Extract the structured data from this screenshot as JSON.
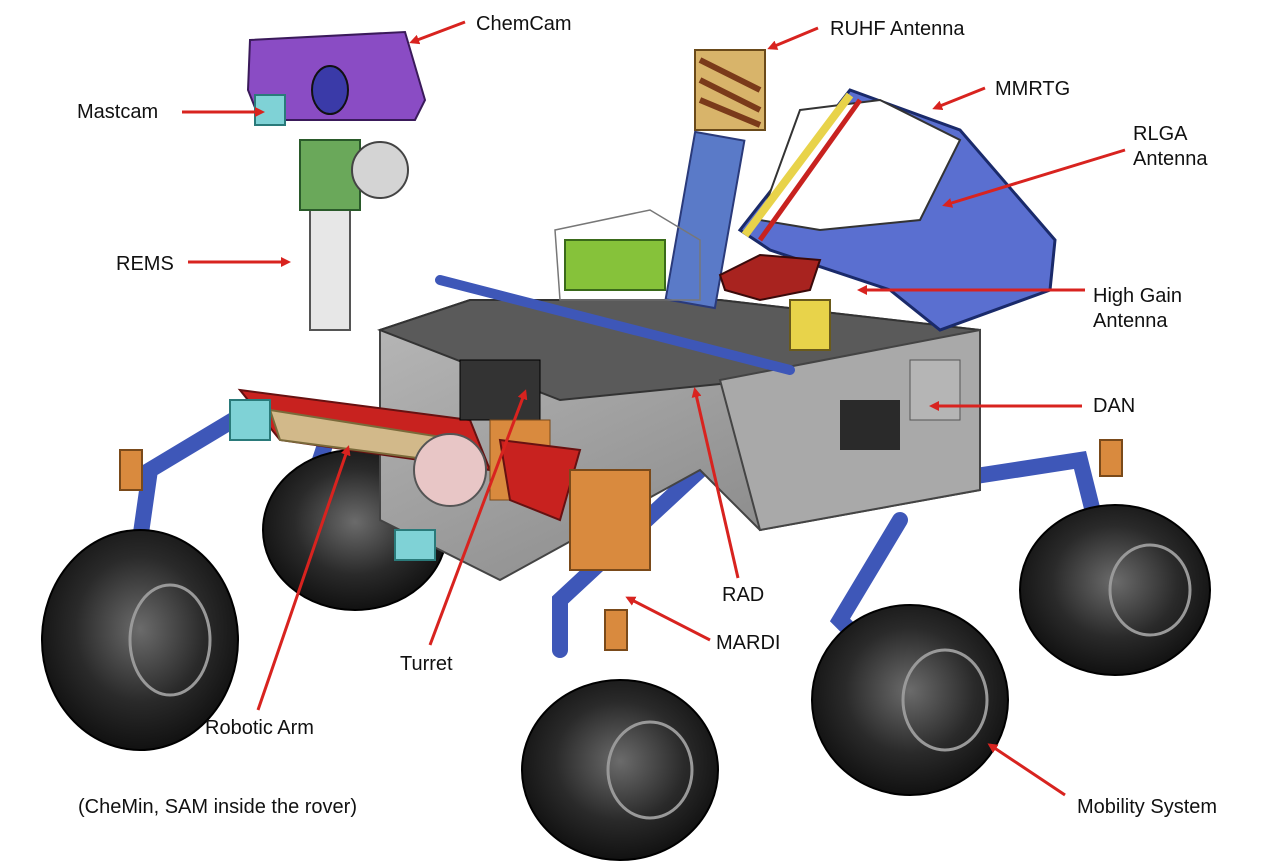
{
  "labels": {
    "chemcam": "ChemCam",
    "mastcam": "Mastcam",
    "rems": "REMS",
    "ruhf": "RUHF Antenna",
    "mmrtg": "MMRTG",
    "rlga_line1": "RLGA",
    "rlga_line2": "Antenna",
    "hga_line1": "High Gain",
    "hga_line2": "Antenna",
    "dan": "DAN",
    "rad": "RAD",
    "mardi": "MARDI",
    "turret": "Turret",
    "robotic_arm": "Robotic Arm",
    "mobility": "Mobility System",
    "note": "(CheMin, SAM inside the rover)"
  },
  "colors": {
    "arrow": "#d8231f",
    "mast_purple": "#8a4cc4",
    "body_gray": "#9a9a9a",
    "deck_dark": "#5a5a5a",
    "arm_blue": "#3e57b8",
    "wheel_dark": "#1d1d1d",
    "sample_orange": "#d98a3e",
    "highlight_red": "#c8221f",
    "green_box": "#86c23a",
    "rtg_yellow": "#e8d34a"
  }
}
